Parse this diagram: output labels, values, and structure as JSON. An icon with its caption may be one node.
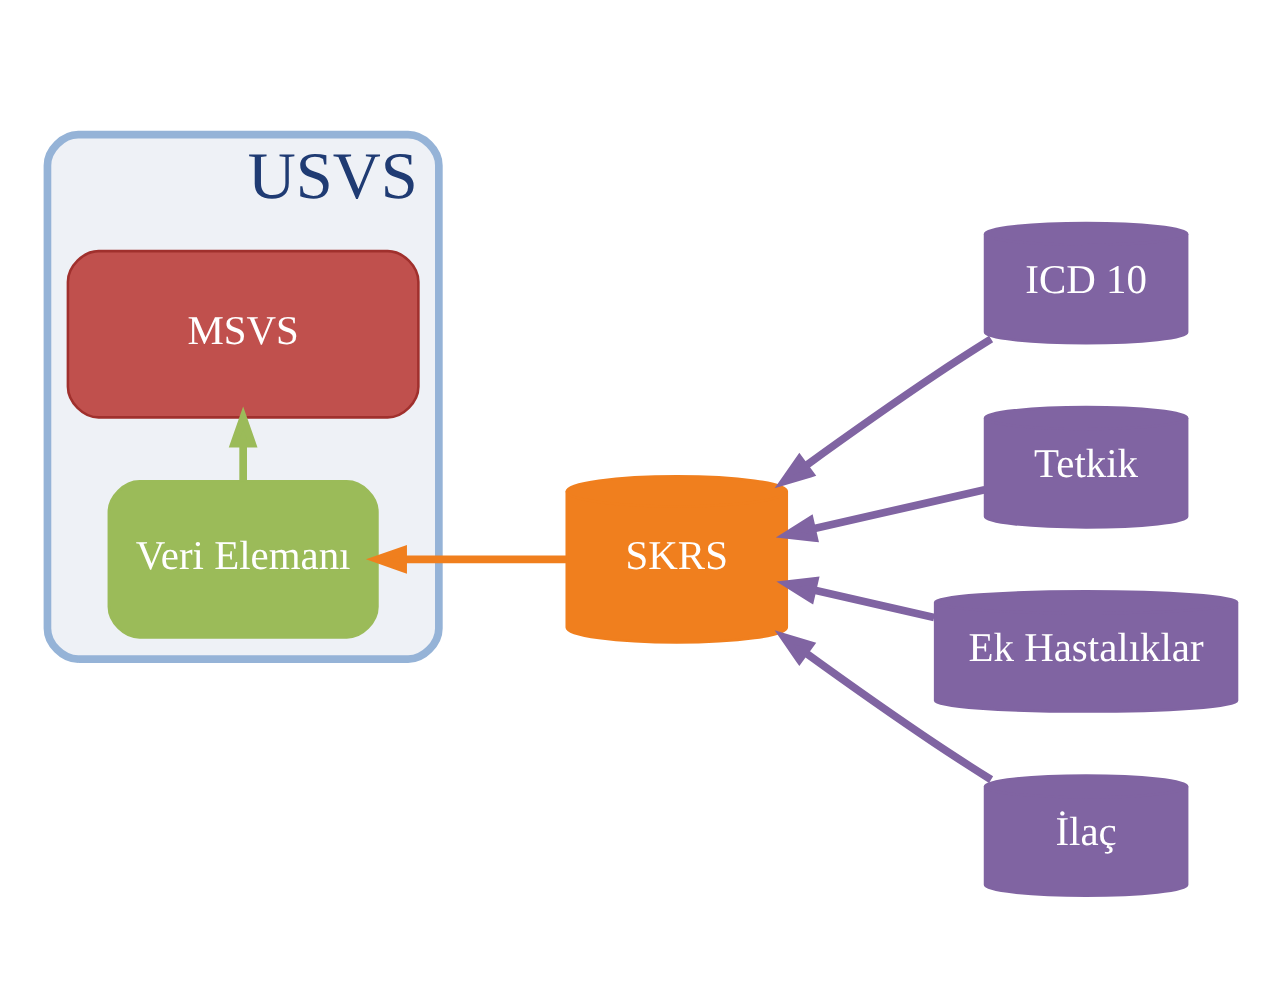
{
  "diagram": {
    "nodes": [
      {
        "text": [
          "USVS"
        ]
      },
      {
        "text": [
          "MSVS"
        ],
        "in": 0
      },
      {
        "text": [
          "Veri Elemanı"
        ],
        "in": 0
      },
      {
        "text": [
          "SKRS"
        ]
      },
      {
        "text": [
          "ICD 10"
        ]
      },
      {
        "text": [
          "Tetkik"
        ]
      },
      {
        "text": [
          "Ek Hastalıklar"
        ]
      },
      {
        "text": [
          "İlaç"
        ]
      }
    ],
    "edges": [
      {
        "from": 2,
        "to": 1,
        "arrow": "to",
        "color": "#9bbb59"
      },
      {
        "from": 3,
        "to": 2,
        "arrow": "to",
        "color": "#f07f1e"
      },
      {
        "from": 4,
        "to": 3,
        "arrow": "to"
      },
      {
        "from": 5,
        "to": 3,
        "arrow": "to"
      },
      {
        "from": 6,
        "to": 3,
        "arrow": "to"
      },
      {
        "from": 7,
        "to": 3,
        "arrow": "to"
      }
    ]
  }
}
